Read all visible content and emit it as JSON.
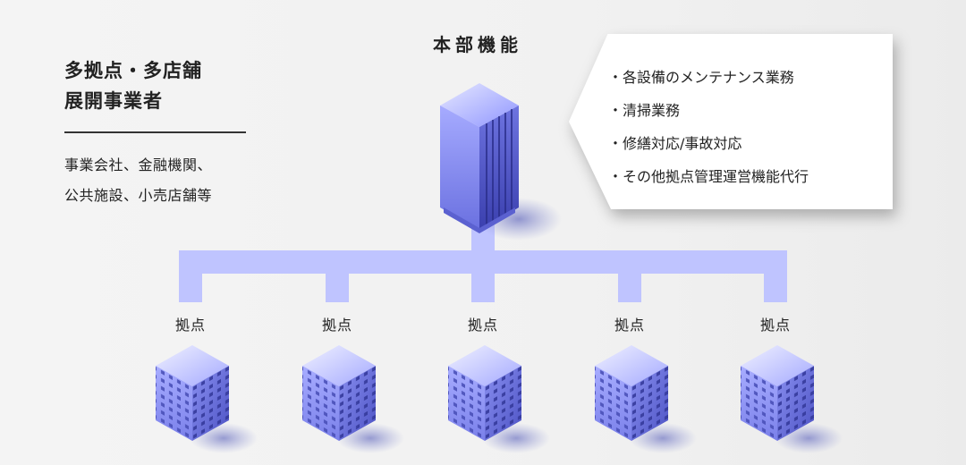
{
  "left_panel": {
    "title_lines": [
      "多拠点・多店舗",
      "展開事業者"
    ],
    "description_lines": [
      "事業会社、金融機関、",
      "公共施設、小売店舗等"
    ]
  },
  "headquarters": {
    "title": "本部機能",
    "icon": "office-tower-icon",
    "services": [
      "各設備のメンテナンス業務",
      "清掃業務",
      "修繕対応/事故対応",
      "その他拠点管理運営機能代行"
    ]
  },
  "branches": [
    {
      "label": "拠点",
      "icon": "building-icon"
    },
    {
      "label": "拠点",
      "icon": "building-icon"
    },
    {
      "label": "拠点",
      "icon": "building-icon"
    },
    {
      "label": "拠点",
      "icon": "building-icon"
    },
    {
      "label": "拠点",
      "icon": "building-icon"
    }
  ],
  "colors": {
    "connector": "#bfc4ff",
    "building_light": "#c8ccff",
    "building_dark": "#3b3fa8",
    "text": "#222222",
    "background": "#f2f2f2"
  }
}
